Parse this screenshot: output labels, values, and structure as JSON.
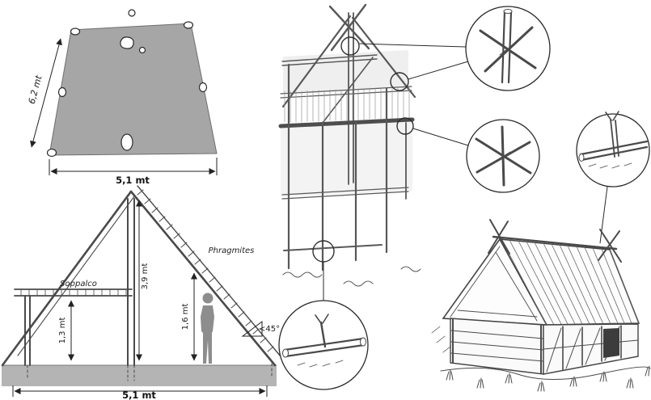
{
  "palette": {
    "ink": "#4a4a4a",
    "plan_fill": "#a6a6a6",
    "ground_fill": "#b4b4b4",
    "figure_fill": "#8d8d8d",
    "background": "#ffffff"
  },
  "plan_view": {
    "side_dimension": "6,2 mt",
    "bottom_dimension": "5,1 mt"
  },
  "section_view": {
    "loft_label": "Soppalco",
    "reed_label": "Phragmites",
    "loft_height": "1,3 mt",
    "ridge_height": "3,9 mt",
    "wall_height": "1,6 mt",
    "roof_angle": "<45°",
    "base_width": "5,1 mt"
  }
}
